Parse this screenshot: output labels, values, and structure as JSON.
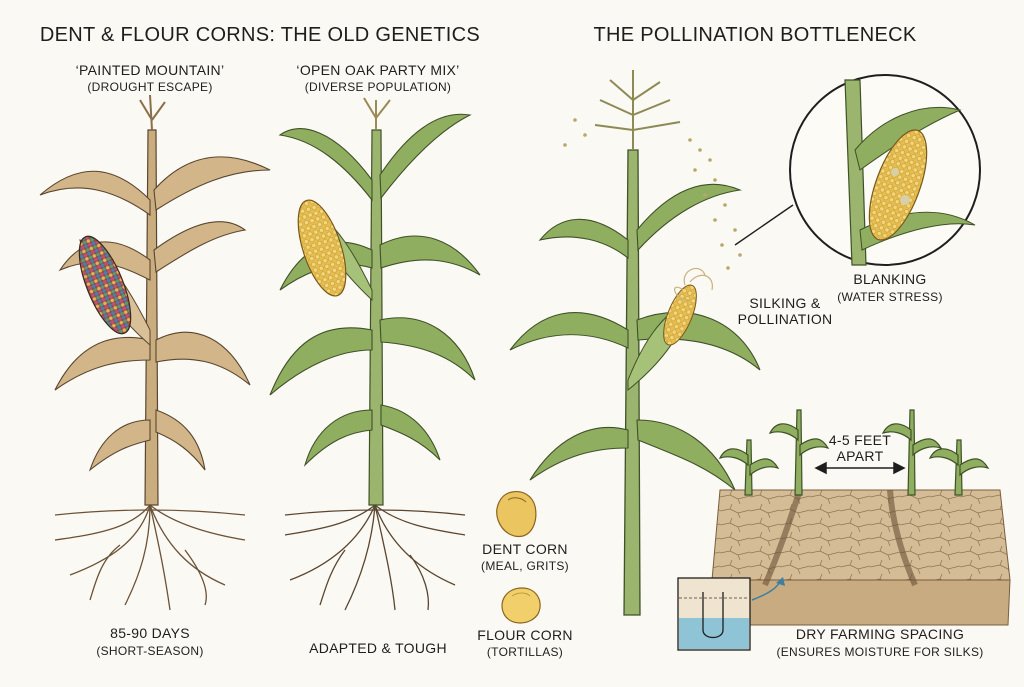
{
  "left_section": {
    "title": "DENT & FLOUR CORNS: THE OLD GENETICS",
    "varieties": [
      {
        "name": "‘PAINTED MOUNTAIN’",
        "note": "(DROUGHT ESCAPE)",
        "footer": "85-90 DAYS",
        "footer_note": "(SHORT-SEASON)"
      },
      {
        "name": "‘OPEN OAK PARTY MIX’",
        "note": "(DIVERSE POPULATION)",
        "footer": "ADAPTED & TOUGH",
        "footer_note": ""
      }
    ],
    "kernels": [
      {
        "name": "DENT CORN",
        "use": "(MEAL, GRITS)"
      },
      {
        "name": "FLOUR CORN",
        "use": "(TORTILLAS)"
      }
    ]
  },
  "right_section": {
    "title": "THE POLLINATION BOTTLENECK",
    "silking": {
      "line1": "SILKING &",
      "line2": "POLLINATION"
    },
    "blanking": {
      "label": "BLANKING",
      "note": "(WATER STRESS)"
    },
    "spacing": {
      "line1": "4-5 FEET",
      "line2": "APART"
    },
    "dry_farming": {
      "label": "DRY FARMING SPACING",
      "note": "(ENSURES MOISTURE FOR SILKS)"
    }
  },
  "colors": {
    "ink": "#1e1e1e",
    "leaf_green": "#7d9a55",
    "dry_leaf": "#c9ad7f",
    "kernel_yellow": "#e8c35a",
    "soil": "#b99a72",
    "water": "#8fc3d6"
  }
}
